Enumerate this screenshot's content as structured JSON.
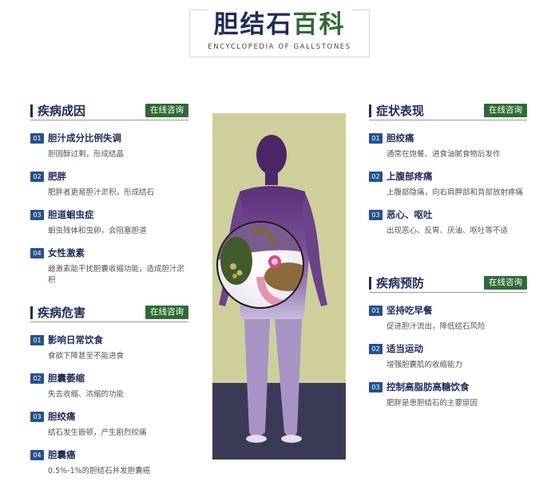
{
  "header": {
    "title_part1": "胆结石",
    "title_part2": "百科",
    "subtitle": "ENCYCLOPEDIA OF GALLSTONES"
  },
  "colors": {
    "navy": "#1d2b5c",
    "green": "#2e6b34",
    "badge_blue": "#24528f"
  },
  "sections": {
    "causes": {
      "title": "疾病成因",
      "button": "在线咨询",
      "items": [
        {
          "num": "01",
          "title": "胆汁成分比例失调",
          "desc": "胆固醇过剩，形成结晶"
        },
        {
          "num": "02",
          "title": "肥胖",
          "desc": "肥胖者更易胆汁淤积，形成结石"
        },
        {
          "num": "03",
          "title": "胆道蛔虫症",
          "desc": "蛔虫残体和虫卵，会阻塞胆道"
        },
        {
          "num": "04",
          "title": "女性激素",
          "desc": "雌激素能干扰胆囊收缩功能，造成胆汁淤积"
        }
      ]
    },
    "harms": {
      "title": "疾病危害",
      "button": "在线咨询",
      "items": [
        {
          "num": "01",
          "title": "影响日常饮食",
          "desc": "食欲下降甚至不能进食"
        },
        {
          "num": "02",
          "title": "胆囊萎缩",
          "desc": "失去收缩、浓缩的功能"
        },
        {
          "num": "03",
          "title": "胆绞痛",
          "desc": "结石发生嵌顿，产生剧烈绞痛"
        },
        {
          "num": "04",
          "title": "胆囊癌",
          "desc": "0.5%-1%的胆结石并发胆囊癌"
        }
      ]
    },
    "symptoms": {
      "title": "症状表现",
      "button": "在线咨询",
      "items": [
        {
          "num": "01",
          "title": "胆绞痛",
          "desc": "通常在饱餐、进食油腻食物后发作"
        },
        {
          "num": "02",
          "title": "上腹部疼痛",
          "desc": "上腹部隐痛，向右肩胛部和背部放射疼痛"
        },
        {
          "num": "03",
          "title": "恶心、呕吐",
          "desc": "出现恶心、反胃、厌油、呕吐等不适"
        }
      ]
    },
    "prevention": {
      "title": "疾病预防",
      "button": "在线咨询",
      "items": [
        {
          "num": "01",
          "title": "坚持吃早餐",
          "desc": "促进胆汁流出，降低结石风险"
        },
        {
          "num": "02",
          "title": "适当运动",
          "desc": "增强胆囊肌的收缩能力"
        },
        {
          "num": "03",
          "title": "控制高脂肪高糖饮食",
          "desc": "肥胖是患胆结石的主要原因"
        }
      ]
    }
  }
}
